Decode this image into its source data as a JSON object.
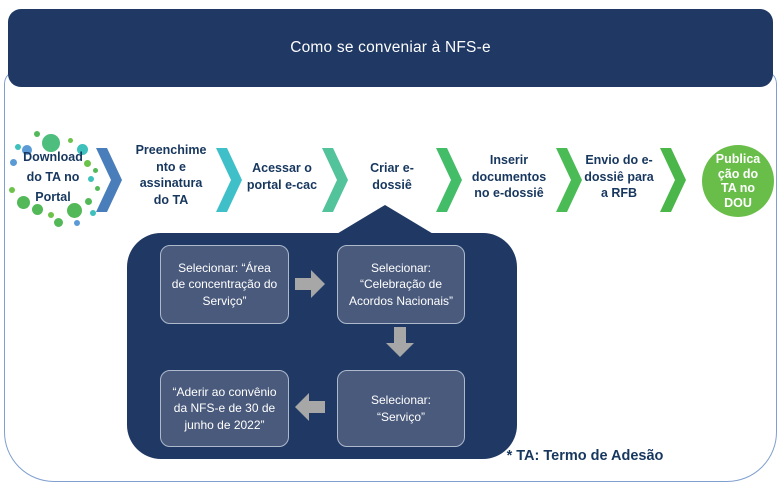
{
  "header": {
    "title": "Como se conveniar à NFS-e"
  },
  "flow": {
    "steps": [
      {
        "id": "download-ta",
        "label": "Download do TA no Portal",
        "lines": [
          "Download",
          "do TA no",
          "Portal"
        ]
      },
      {
        "id": "preenchimento",
        "label": "Preenchimento e assinatura do TA",
        "lines": [
          "Preenchime",
          "nto e",
          "assinatura",
          "do TA"
        ]
      },
      {
        "id": "acessar-ecac",
        "label": "Acessar o portal e-cac",
        "lines": [
          "Acessar o",
          "portal e-cac"
        ]
      },
      {
        "id": "criar-edossie",
        "label": "Criar e-dossiê",
        "lines": [
          "Criar e-",
          "dossiê"
        ]
      },
      {
        "id": "inserir-docs",
        "label": "Inserir documentos no e-dossiê",
        "lines": [
          "Inserir",
          "documentos",
          "no e-dossiê"
        ]
      },
      {
        "id": "envio-rfb",
        "label": "Envio do e-dossiê para a RFB",
        "lines": [
          "Envio do e-",
          "dossiê para",
          "a RFB"
        ]
      },
      {
        "id": "publicacao-dou",
        "label": "Publicação do TA no DOU",
        "lines": [
          "Publica",
          "ção do",
          "TA no",
          "DOU"
        ]
      }
    ],
    "chevron_colors": [
      "#4A7EBB",
      "#3FC0C9",
      "#52C39B",
      "#43BD68",
      "#4BBC55",
      "#4BB649"
    ]
  },
  "subprocess": {
    "boxes": [
      {
        "label": "Selecionar: “Área de concentração do Serviço”",
        "lines": [
          "Selecionar: “Área",
          "de concentração do",
          "Serviço”"
        ]
      },
      {
        "label": "Selecionar: “Celebração de Acordos Nacionais”",
        "lines": [
          "Selecionar:",
          "“Celebração de",
          "Acordos Nacionais”"
        ]
      },
      {
        "label": "Selecionar: “Serviço”",
        "lines": [
          "Selecionar:",
          "“Serviço”"
        ]
      },
      {
        "label": "“Aderir ao convênio da NFS-e de 30 de junho de 2022”",
        "lines": [
          "“Aderir ao convênio",
          "da NFS-e de 30 de",
          "junho de 2022”"
        ]
      }
    ],
    "arrow_color": "#A7A7A7"
  },
  "footnote": "* TA: Termo de Adesão",
  "colors": {
    "header_bg": "#1F3864",
    "panel_bg": "#1F3864",
    "box_bg": "#4A5A7C",
    "box_border": "#AEB9CC",
    "text_navy": "#17375E",
    "circle_green": "#69BE4A",
    "frame_border": "#7F9FD0"
  }
}
